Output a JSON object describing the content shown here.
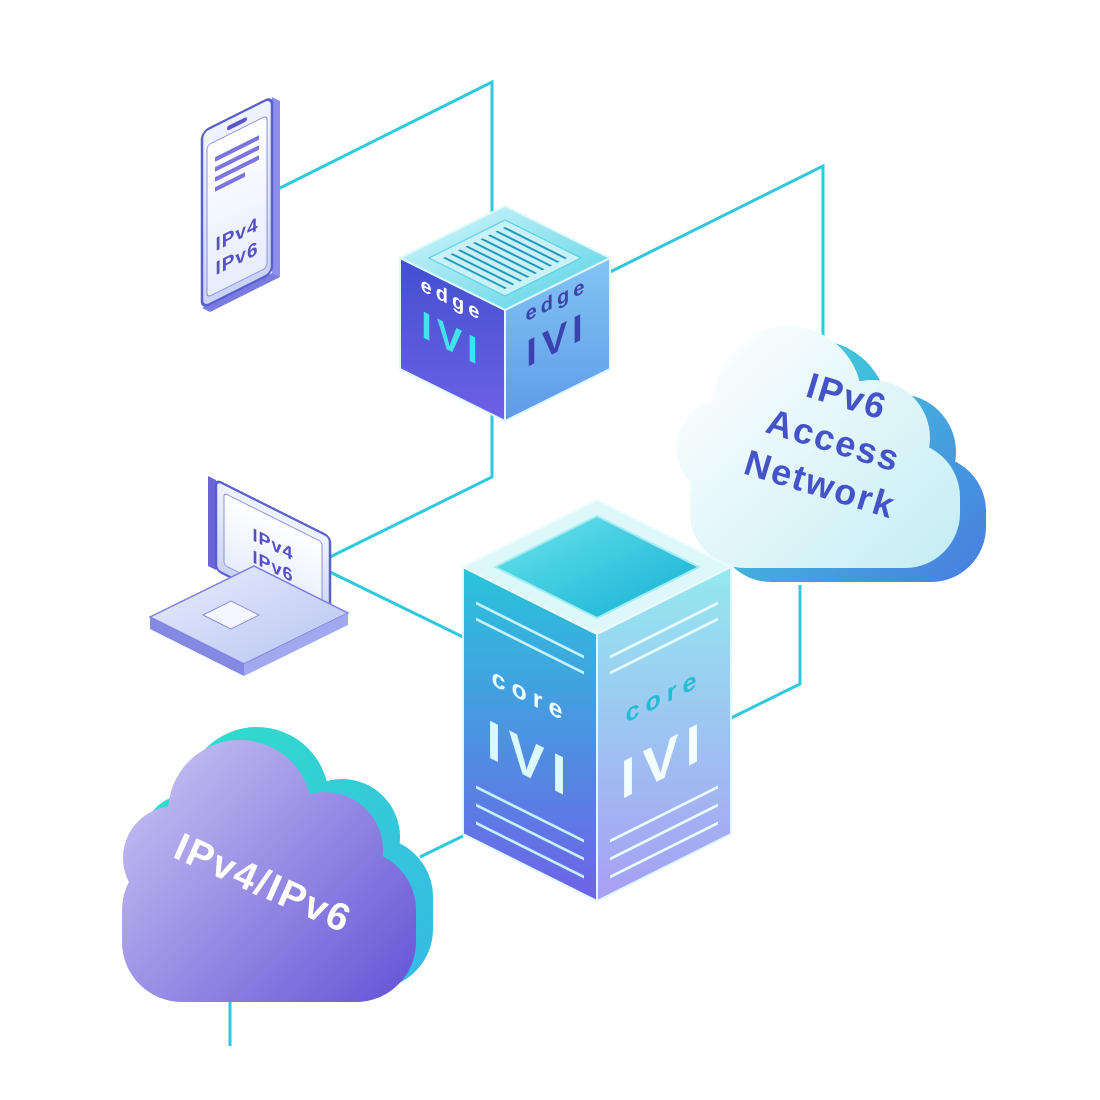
{
  "diagram": {
    "colors": {
      "connector": "#2fc8dc",
      "edge_cube_text": "#3b41ad",
      "edge_cube_logo_cyan": "#40e3ec",
      "core_box_text": "#ecfeff",
      "access_cloud_text": "#4553c9",
      "internet_cloud_text": "#ffffff",
      "device_label_text": "#554fc8"
    },
    "phone": {
      "line1": "IPv4",
      "line2": "IPv6"
    },
    "laptop": {
      "line1": "IPv4",
      "line2": "IPv6"
    },
    "edge_router": {
      "left_face": {
        "title": "edge",
        "logo": "IVI"
      },
      "right_face": {
        "title": "edge",
        "logo": "IVI"
      }
    },
    "core_router": {
      "left_face": {
        "title": "core",
        "logo": "IVI"
      },
      "right_face": {
        "title": "core",
        "logo": "IVI"
      }
    },
    "access_cloud": {
      "line1": "IPv6",
      "line2": "Access",
      "line3": "Network"
    },
    "internet_cloud": {
      "label": "IPv4/IPv6"
    }
  }
}
